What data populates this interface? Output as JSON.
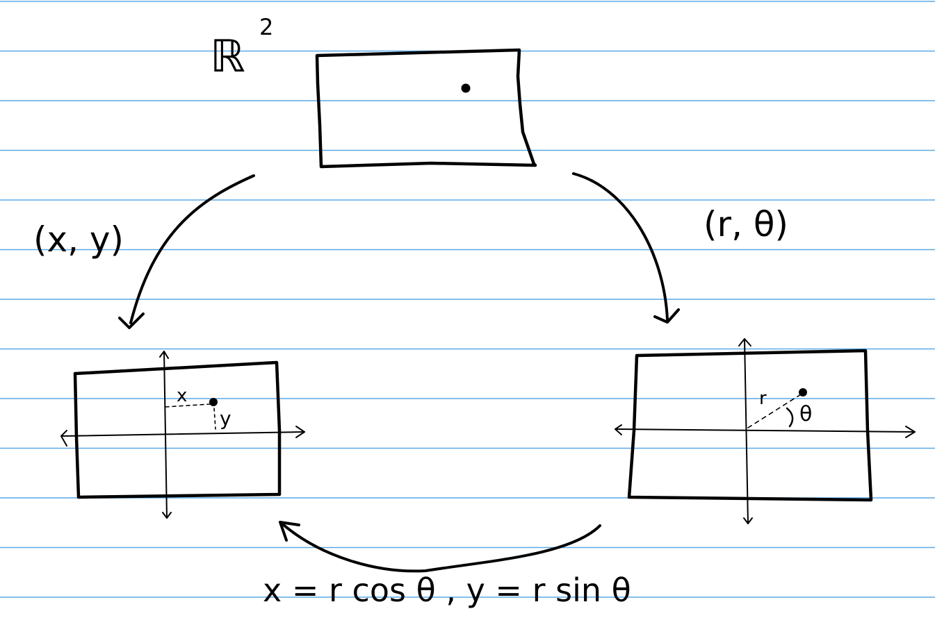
{
  "labels": {
    "space": "ℝ",
    "space_exponent": "2",
    "cartesian": "(x, y)",
    "polar": "(r, θ)",
    "cart_x": "x",
    "cart_y": "y",
    "polar_r": "r",
    "polar_theta": "θ",
    "conversion": "x = r cos θ ,  y = r sin θ"
  },
  "colors": {
    "ruled_line": "#5aa9e6",
    "ink": "#000000"
  }
}
